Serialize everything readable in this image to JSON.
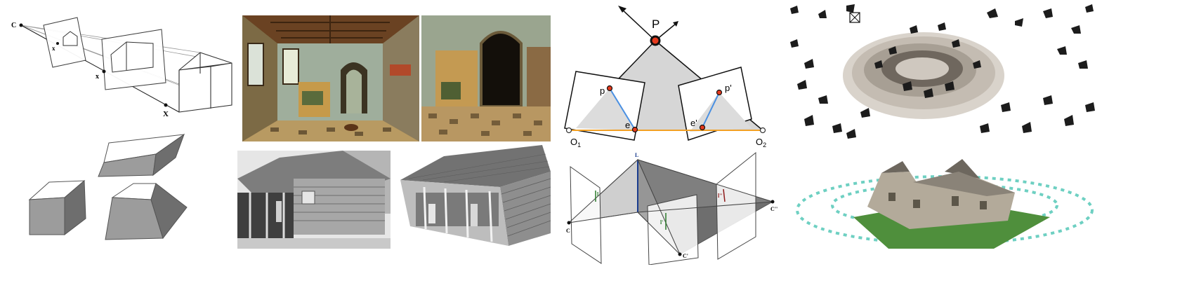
{
  "projection": {
    "center": "C",
    "image_point": "x",
    "world_point": "X"
  },
  "epipolar": {
    "point": "P",
    "image_point_left": "p",
    "image_point_right": "p'",
    "epipole_left": "e",
    "epipole_right": "e'",
    "center_left": "O",
    "center_left_sub": "1",
    "center_right": "O",
    "center_right_sub": "2"
  },
  "trifocal": {
    "line": "L",
    "line_1": "l",
    "line_2": "l'",
    "line_3": "l''",
    "center_1": "C",
    "center_2": "C'",
    "center_3": "C''"
  },
  "colors": {
    "red": "#e53a1e",
    "blue": "#4a90e2",
    "orange": "#f2a024",
    "gray": "#d6d6d6",
    "darkgray": "#7a7a7a"
  }
}
